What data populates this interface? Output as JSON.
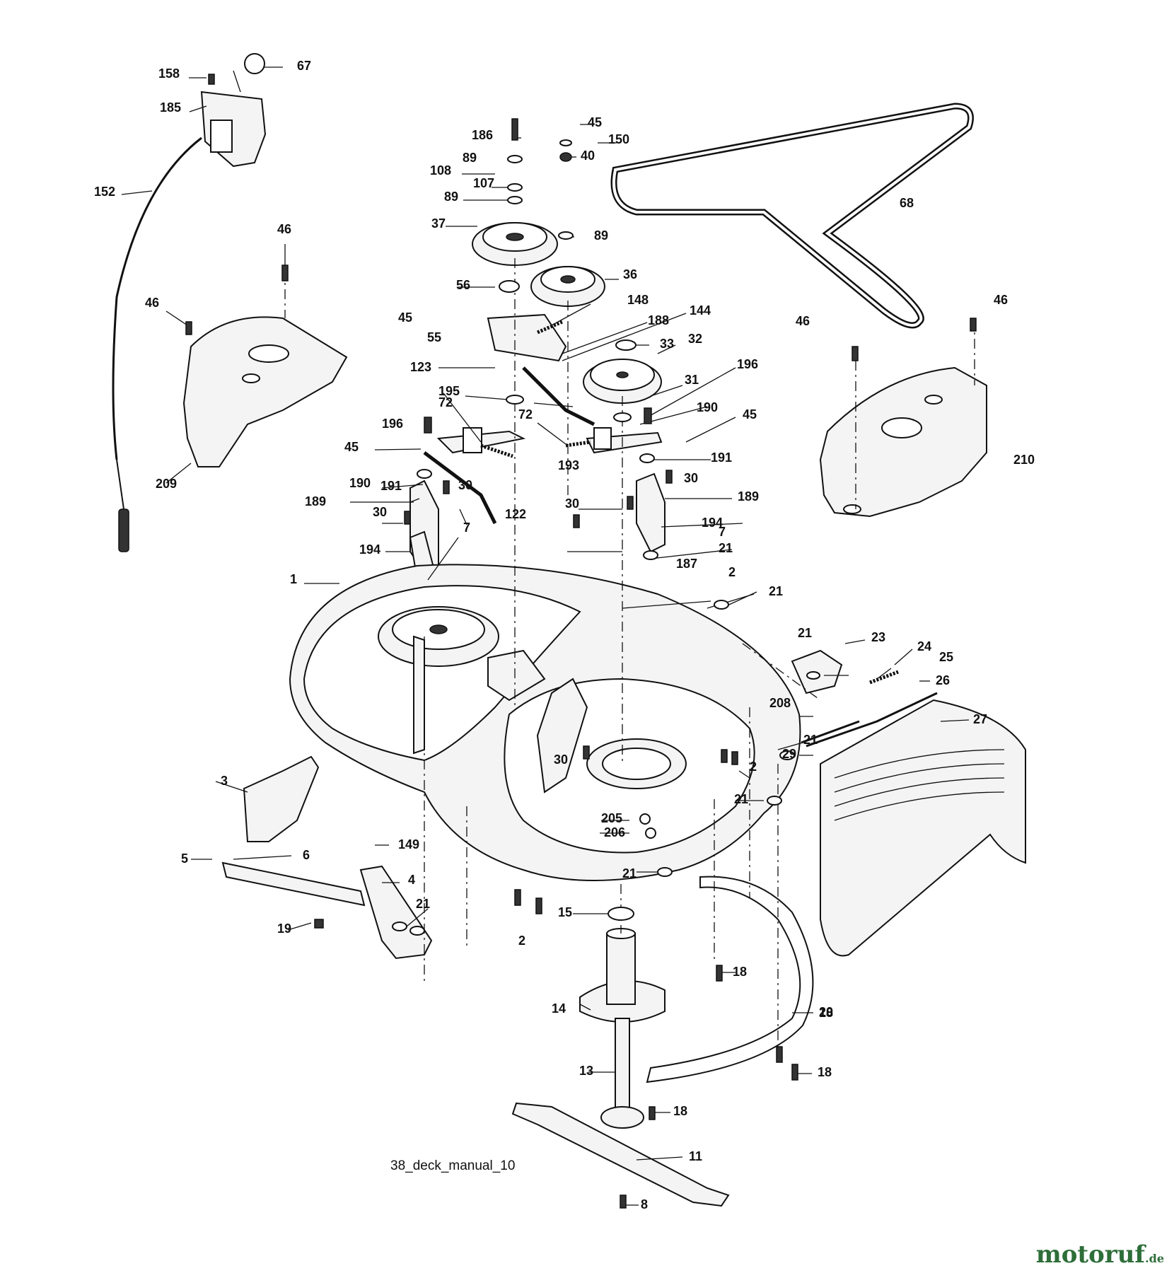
{
  "diagram": {
    "caption": "38_deck_manual_10",
    "labels": [
      "1",
      "2",
      "3",
      "4",
      "5",
      "6",
      "7",
      "8",
      "11",
      "13",
      "14",
      "15",
      "18",
      "19",
      "20",
      "21",
      "23",
      "24",
      "25",
      "26",
      "27",
      "29",
      "30",
      "31",
      "32",
      "33",
      "36",
      "37",
      "40",
      "45",
      "46",
      "55",
      "56",
      "67",
      "68",
      "72",
      "89",
      "107",
      "108",
      "122",
      "123",
      "144",
      "148",
      "149",
      "150",
      "152",
      "158",
      "185",
      "186",
      "187",
      "188",
      "189",
      "190",
      "191",
      "193",
      "194",
      "195",
      "196",
      "205",
      "206",
      "208",
      "209",
      "210"
    ]
  },
  "watermark": {
    "brand": "motoruf",
    "tld": ".de"
  }
}
